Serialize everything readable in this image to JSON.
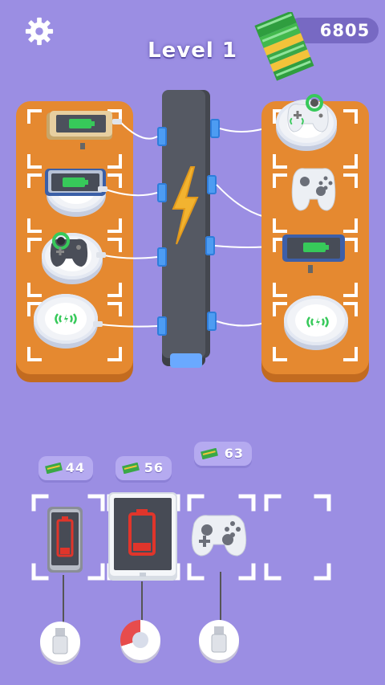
{
  "hud": {
    "level_label": "Level 1",
    "money": "6805",
    "settings_icon": "gear-icon",
    "money_icon": "cash-stack-icon"
  },
  "shop": {
    "slots": [
      {
        "item": "phone",
        "price": "44",
        "battery": "low"
      },
      {
        "item": "tablet",
        "price": "56",
        "battery": "low"
      },
      {
        "item": "gamepad",
        "price": "63",
        "battery": "none"
      },
      {
        "item": "empty",
        "price": null
      }
    ]
  },
  "board": {
    "left": [
      "phone-charging",
      "phone-charging-on-pad",
      "gamepad-charging-on-pad",
      "empty-pad"
    ],
    "right": [
      "gamepad-charging-on-pad",
      "gamepad",
      "phone-charging",
      "empty-pad"
    ]
  },
  "colors": {
    "background": "#9b8ee3",
    "board": "#e58930",
    "tower": "#555963",
    "charge_green": "#37c95a",
    "battery_red": "#e0352b",
    "port_blue": "#4d9cf2"
  }
}
